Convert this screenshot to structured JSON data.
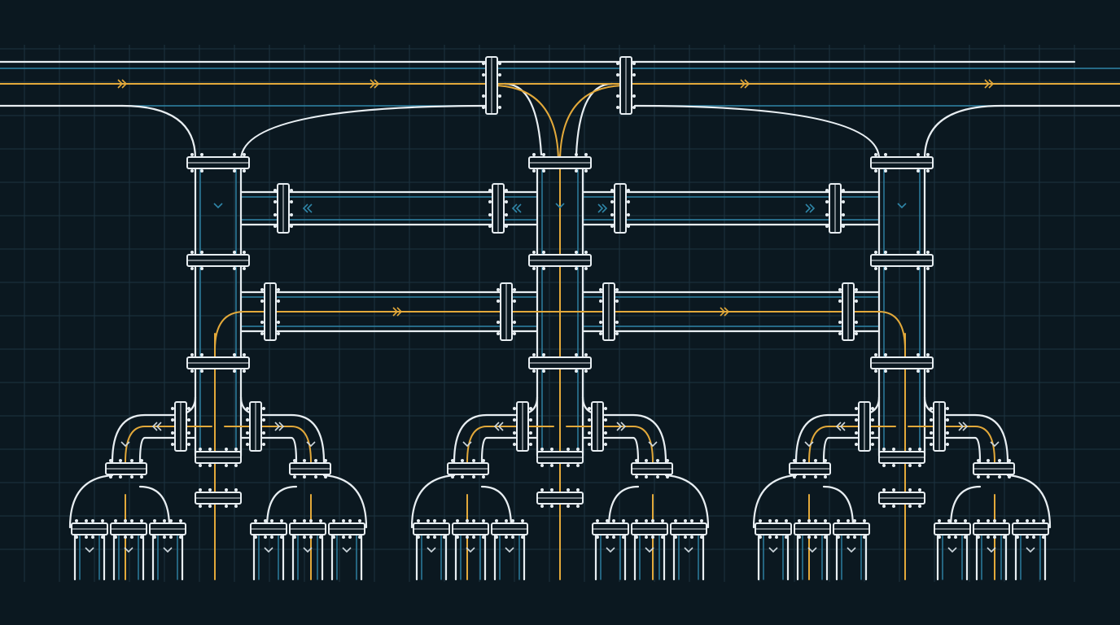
{
  "colors": {
    "background": "#0b1820",
    "grid": "#1c3340",
    "pipe_outline": "#e8eef2",
    "pipe_inner": "#2f86a8",
    "flow_line": "#e3a93a"
  },
  "diagram": {
    "kind": "pipe manifold network",
    "header_count": 1,
    "branch_groups": 3,
    "flow_direction_markers": "chevron-icon"
  }
}
